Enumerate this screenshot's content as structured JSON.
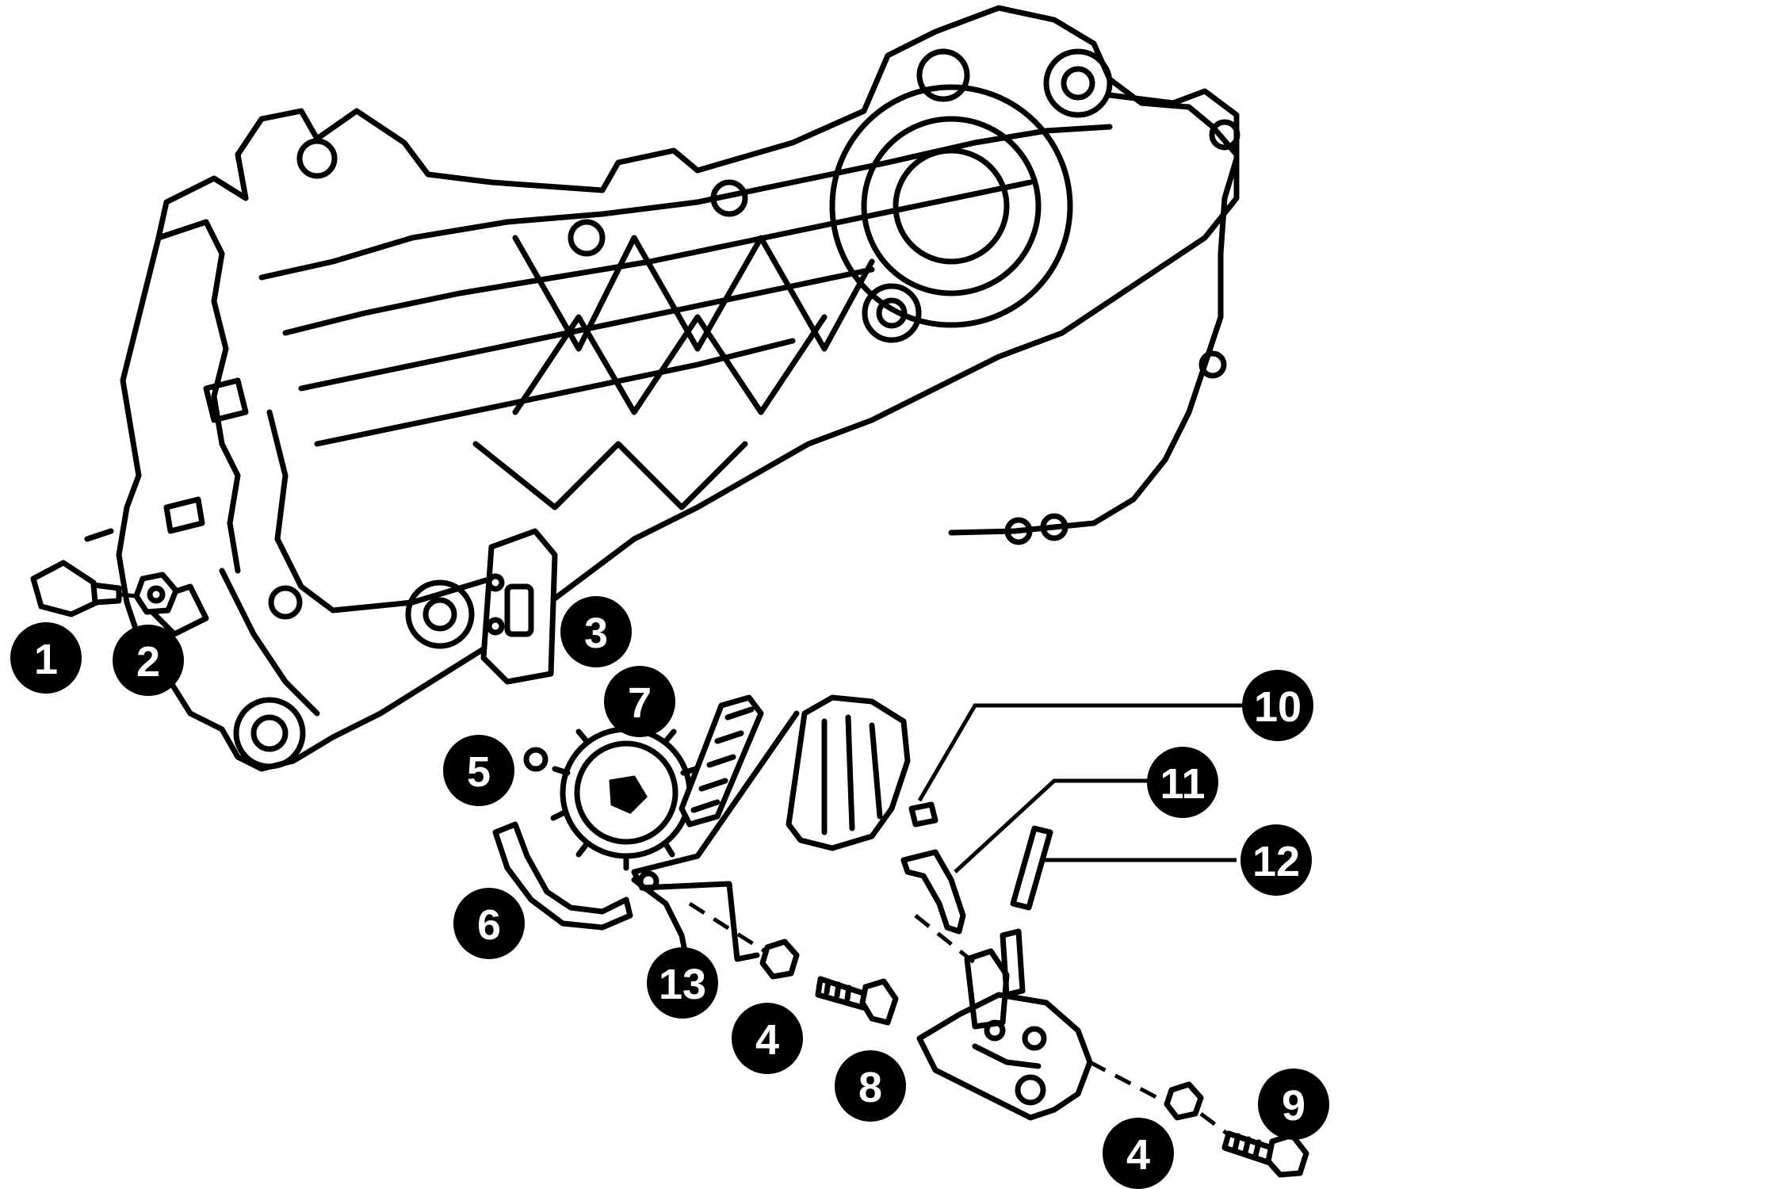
{
  "callouts": [
    {
      "id": "c1",
      "label": "1"
    },
    {
      "id": "c2",
      "label": "2"
    },
    {
      "id": "c3",
      "label": "3"
    },
    {
      "id": "c4a",
      "label": "4"
    },
    {
      "id": "c4b",
      "label": "4"
    },
    {
      "id": "c5",
      "label": "5"
    },
    {
      "id": "c6",
      "label": "6"
    },
    {
      "id": "c7",
      "label": "7"
    },
    {
      "id": "c8",
      "label": "8"
    },
    {
      "id": "c9",
      "label": "9"
    },
    {
      "id": "c10",
      "label": "10"
    },
    {
      "id": "c11",
      "label": "11"
    },
    {
      "id": "c12",
      "label": "12"
    },
    {
      "id": "c13",
      "label": "13"
    }
  ],
  "colors": {
    "ink": "#000000",
    "paper": "#ffffff",
    "label_text": "#ffffff"
  }
}
